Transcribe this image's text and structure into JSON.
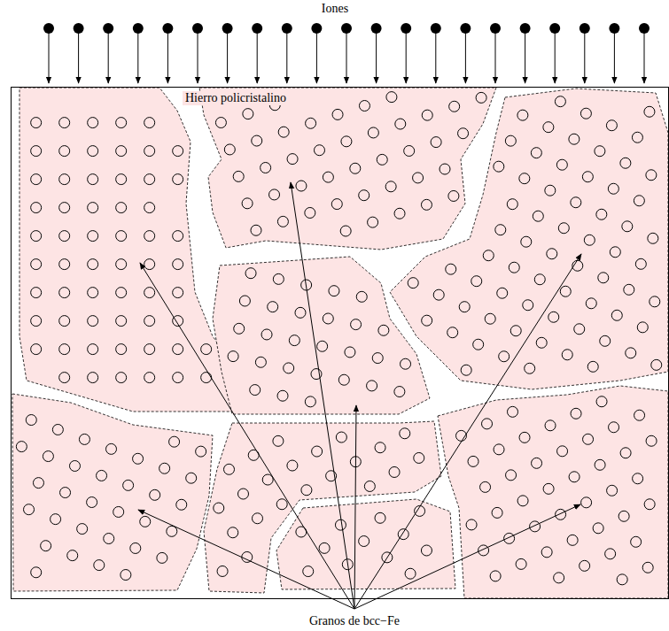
{
  "diagram": {
    "nodes": [
      {
        "text": [
          "Hierro policristalino"
        ]
      }
    ],
    "labels": [
      "Iones",
      "Granos de bcc−Fe"
    ]
  }
}
